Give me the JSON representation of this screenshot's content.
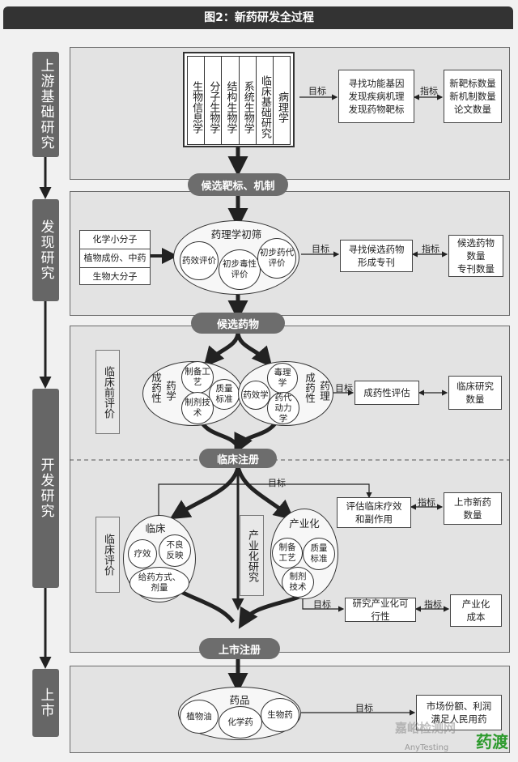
{
  "title": "图2：新药研发全过程",
  "stages": {
    "upstream": "上游基础研究",
    "discovery": "发现研究",
    "development": "开发研究",
    "market": "上市"
  },
  "upstream": {
    "disciplines": [
      "生物信息学",
      "分子生物学",
      "结构生物学",
      "系统生物学",
      "临床基础研究",
      "病理学"
    ],
    "goal_label": "目标",
    "goal_box": [
      "寻找功能基因",
      "发现疾病机理",
      "发现药物靶标"
    ],
    "indicator_label": "指标",
    "indicator_box": [
      "新靶标数量",
      "新机制数量",
      "论文数量"
    ]
  },
  "pill_targets": "候选靶标、机制",
  "discovery": {
    "sources": [
      "化学小分子",
      "植物成份、中药",
      "生物大分子"
    ],
    "screen_title": "药理学初筛",
    "screen_items": [
      "药效评价",
      "初步毒性评价",
      "初步药代评价"
    ],
    "goal_label": "目标",
    "goal_box": [
      "寻找候选药物",
      "形成专刊"
    ],
    "indicator_label": "指标",
    "indicator_box": [
      "候选药物",
      "数量",
      "专刊数量"
    ]
  },
  "pill_candidates": "候选药物",
  "preclinical": {
    "label": "临床前评价",
    "left_title1": "成药性",
    "left_title2": "药学",
    "left_items": [
      "制备工艺",
      "质量标准",
      "制剂技术"
    ],
    "right_title1": "成药性",
    "right_title2": "药理",
    "right_items": [
      "毒理学",
      "药效学",
      "药代动力学"
    ],
    "goal_label": "目标",
    "goal_box": "成药性评估",
    "indicator_box": [
      "临床研究",
      "数量"
    ]
  },
  "pill_clinical_reg": "临床注册",
  "clinical": {
    "label": "临床评价",
    "ellipse_title": "临床",
    "items": [
      "疗效",
      "不良反映",
      "给药方式、剂量"
    ],
    "goal_label": "目标",
    "goal_box": [
      "评估临床疗效",
      "和副作用"
    ],
    "indicator_label": "指标",
    "indicator_box": [
      "上市新药",
      "数量"
    ]
  },
  "industry": {
    "label": "产业化研究",
    "ellipse_title": "产业化",
    "items": [
      "制备工艺",
      "质量标准",
      "制剂技术"
    ],
    "goal_label": "目标",
    "goal_box": [
      "研究产业化可",
      "行性"
    ],
    "indicator_label": "指标",
    "indicator_box": [
      "产业化",
      "成本"
    ]
  },
  "pill_market_reg": "上市注册",
  "market": {
    "ellipse_title": "药品",
    "items": [
      "植物油",
      "化学药",
      "生物药"
    ],
    "goal_label": "目标",
    "goal_box": [
      "市场份额、利润",
      "满足人民用药"
    ]
  },
  "watermark": {
    "text1": "嘉峪检测网",
    "text2": "AnyTesting",
    "text3": "药渡"
  },
  "colors": {
    "title_bar": "#333333",
    "panel": "#e3e3e3",
    "stage": "#666666",
    "pill": "#6d6d6d"
  }
}
